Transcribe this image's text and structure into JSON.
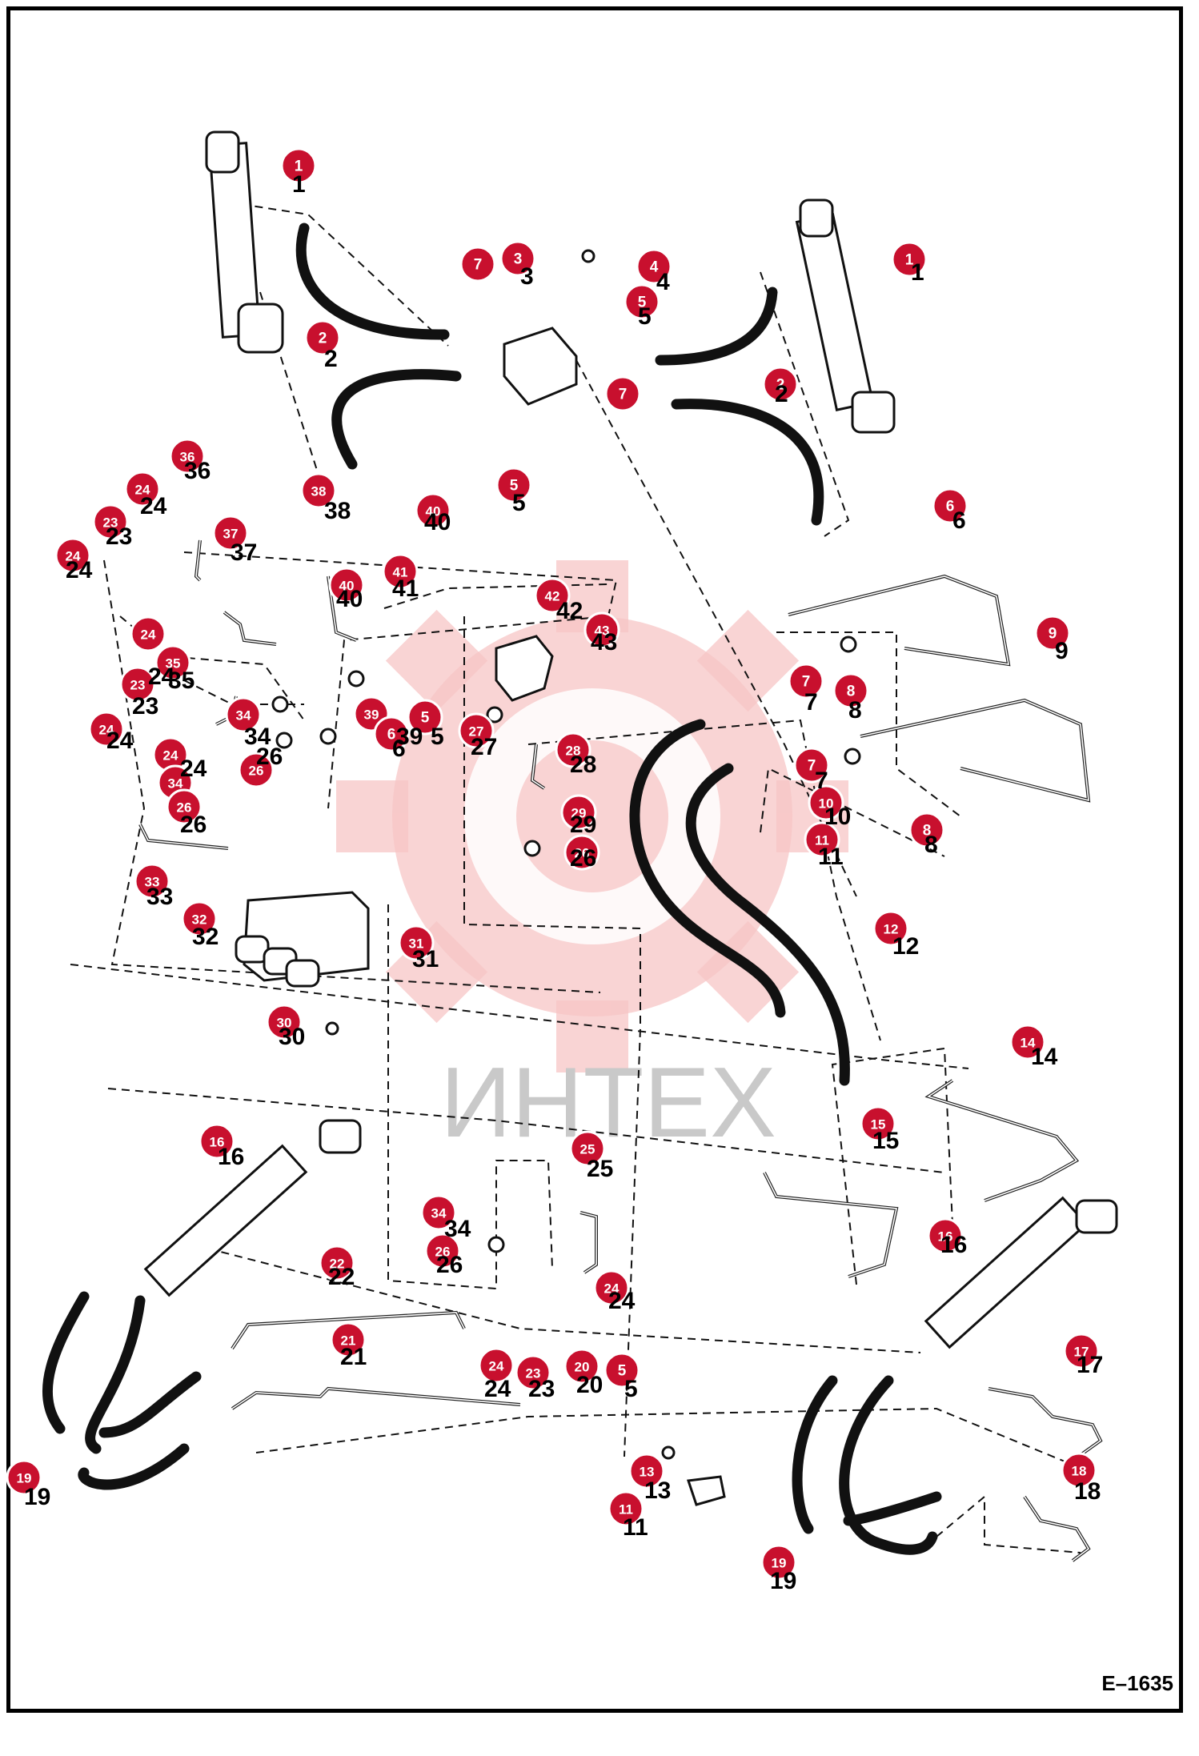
{
  "figure_code": "E–1635",
  "watermark": {
    "text": "ИНТЕХ",
    "gear_color": "#f7c6c6",
    "text_color": "#c9c9c9"
  },
  "colors": {
    "callout_fill": "#c8102e",
    "callout_text": "#ffffff",
    "line": "#111111"
  },
  "callouts": [
    {
      "n": "1"
    },
    {
      "n": "1"
    },
    {
      "n": "2"
    },
    {
      "n": "2"
    },
    {
      "n": "3"
    },
    {
      "n": "4"
    },
    {
      "n": "5"
    },
    {
      "n": "7"
    },
    {
      "n": "7"
    },
    {
      "n": "38"
    },
    {
      "n": "36"
    },
    {
      "n": "24"
    },
    {
      "n": "23"
    },
    {
      "n": "24"
    },
    {
      "n": "37"
    },
    {
      "n": "40"
    },
    {
      "n": "5"
    },
    {
      "n": "40"
    },
    {
      "n": "41"
    },
    {
      "n": "42"
    },
    {
      "n": "43"
    },
    {
      "n": "6"
    },
    {
      "n": "9"
    },
    {
      "n": "7"
    },
    {
      "n": "8"
    },
    {
      "n": "7"
    },
    {
      "n": "10"
    },
    {
      "n": "11"
    },
    {
      "n": "8"
    },
    {
      "n": "24"
    },
    {
      "n": "35"
    },
    {
      "n": "23"
    },
    {
      "n": "34"
    },
    {
      "n": "24"
    },
    {
      "n": "24"
    },
    {
      "n": "34"
    },
    {
      "n": "26"
    },
    {
      "n": "26"
    },
    {
      "n": "39"
    },
    {
      "n": "5"
    },
    {
      "n": "6"
    },
    {
      "n": "27"
    },
    {
      "n": "28"
    },
    {
      "n": "29"
    },
    {
      "n": "26"
    },
    {
      "n": "33"
    },
    {
      "n": "32"
    },
    {
      "n": "31"
    },
    {
      "n": "30"
    },
    {
      "n": "12"
    },
    {
      "n": "14"
    },
    {
      "n": "15"
    },
    {
      "n": "16"
    },
    {
      "n": "16"
    },
    {
      "n": "25"
    },
    {
      "n": "34"
    },
    {
      "n": "26"
    },
    {
      "n": "24"
    },
    {
      "n": "22"
    },
    {
      "n": "21"
    },
    {
      "n": "24"
    },
    {
      "n": "23"
    },
    {
      "n": "20"
    },
    {
      "n": "5"
    },
    {
      "n": "17"
    },
    {
      "n": "18"
    },
    {
      "n": "13"
    },
    {
      "n": "11"
    },
    {
      "n": "19"
    },
    {
      "n": "19"
    }
  ]
}
